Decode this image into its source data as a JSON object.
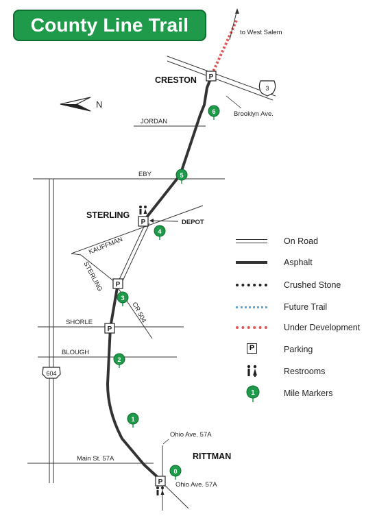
{
  "title": "County Line Trail",
  "towns": {
    "creston": "CRESTON",
    "sterling": "STERLING",
    "rittman": "RITTMAN"
  },
  "roads": {
    "jordan": "JORDAN",
    "eby": "EBY",
    "kauffman": "KAUFFMAN",
    "sterling_rd": "STERLING",
    "cr504": "CR 504",
    "shorle": "SHORLE",
    "blough": "BLOUGH",
    "main_st": "Main St. 57A",
    "ohio_ave_north": "Ohio Ave. 57A",
    "ohio_ave_south": "Ohio Ave. 57A",
    "brooklyn": "Brooklyn Ave.",
    "west_salem": "to West Salem",
    "depot": "DEPOT"
  },
  "route_shields": {
    "us3": "3",
    "sr604": "604"
  },
  "north": {
    "letter": "N"
  },
  "mile_markers": [
    "0",
    "1",
    "2",
    "3",
    "4",
    "5",
    "6"
  ],
  "parking_symbol": "P",
  "legend": [
    {
      "key": "on_road",
      "label": "On Road"
    },
    {
      "key": "asphalt",
      "label": "Asphalt"
    },
    {
      "key": "crushed_stone",
      "label": "Crushed Stone"
    },
    {
      "key": "future_trail",
      "label": "Future Trail"
    },
    {
      "key": "under_development",
      "label": "Under Development"
    },
    {
      "key": "parking",
      "label": "Parking"
    },
    {
      "key": "restrooms",
      "label": "Restrooms"
    },
    {
      "key": "mile_markers",
      "label": "Mile Markers"
    }
  ],
  "colors": {
    "title_bg": "#1e9a4a",
    "marker_green": "#1e9a4a",
    "future_blue": "#5aa6d6",
    "development_red": "#e05555",
    "ink": "#222222"
  }
}
